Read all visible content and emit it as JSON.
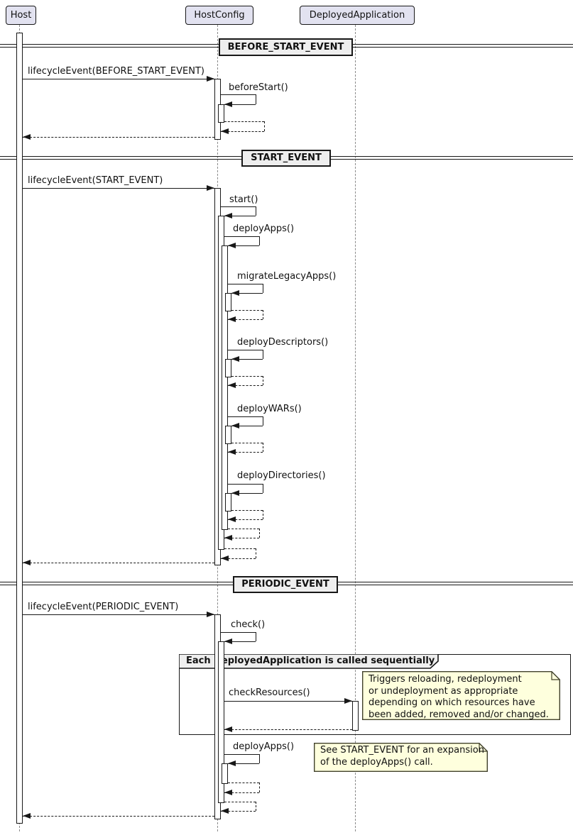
{
  "participants": [
    {
      "label": "Host"
    },
    {
      "label": "HostConfig"
    },
    {
      "label": "DeployedApplication"
    }
  ],
  "dividers": [
    {
      "label": "BEFORE_START_EVENT"
    },
    {
      "label": "START_EVENT"
    },
    {
      "label": "PERIODIC_EVENT"
    }
  ],
  "messages": [
    {
      "label": "lifecycleEvent(BEFORE_START_EVENT)"
    },
    {
      "label": "beforeStart()"
    },
    {
      "label": "lifecycleEvent(START_EVENT)"
    },
    {
      "label": "start()"
    },
    {
      "label": "deployApps()"
    },
    {
      "label": "migrateLegacyApps()"
    },
    {
      "label": "deployDescriptors()"
    },
    {
      "label": "deployWARs()"
    },
    {
      "label": "deployDirectories()"
    },
    {
      "label": "lifecycleEvent(PERIODIC_EVENT)"
    },
    {
      "label": "check()"
    },
    {
      "label": "checkResources()"
    },
    {
      "label": "deployApps()"
    }
  ],
  "group": {
    "label": "Each DeployedApplication is called sequentially"
  },
  "notes": [
    {
      "lines": [
        "Triggers reloading, redeployment",
        "or undeployment as appropriate",
        "depending on which resources have",
        "been added, removed and/or changed."
      ]
    },
    {
      "lines": [
        "See START_EVENT for an expansion",
        "of the deployApps() call."
      ]
    }
  ],
  "colors": {
    "participant_fill": "#E2E2F0",
    "participant_border": "#181818",
    "note_fill": "#FEFFDD",
    "note_border": "#41412B",
    "divider_fill": "#EEEEEE",
    "line": "#181818",
    "lifeline": "#8A8A8A",
    "background": "#FFFFFF"
  }
}
